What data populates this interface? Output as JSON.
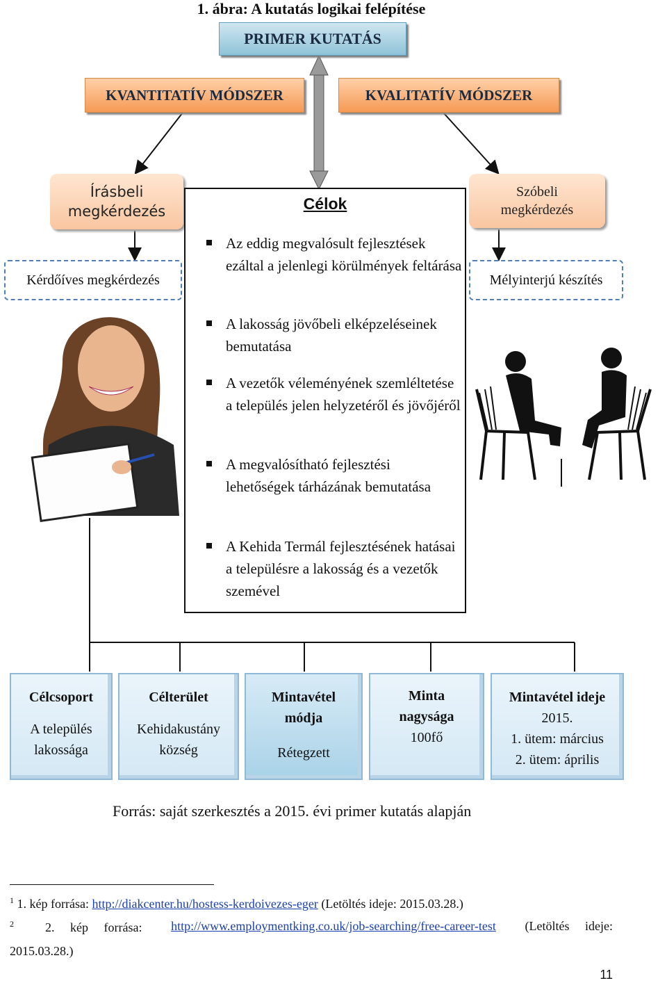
{
  "figure": {
    "title": "1. ábra: A kutatás logikai felépítése",
    "primer": "PRIMER KUTATÁS",
    "methods": {
      "quant": "KVANTITATÍV MÓDSZER",
      "qual": "KVALITATÍV MÓDSZER"
    },
    "left": {
      "sub_line1": "Írásbeli",
      "sub_line2": "megkérdezés",
      "dashed": "Kérdőíves megkérdezés"
    },
    "right": {
      "sub_line1": "Szóbeli",
      "sub_line2": "megkérdezés",
      "dashed": "Mélyinterjú készítés"
    },
    "goals": {
      "title": "Célok",
      "items": [
        "Az eddig megvalósult fejlesztések ezáltal a jelenlegi körülmények feltárása",
        "A lakosság jövőbeli elképzeléseinek bemutatása",
        "A vezetők véleményének szemléltetése a település jelen helyzetéről és jövőjéről",
        "A megvalósítható fejlesztési lehetőségek tárházának bemutatása",
        "A Kehida Termál fejlesztésének hatásai a településre a lakosság és a vezetők szemével"
      ]
    },
    "cards": [
      {
        "h1": "Célcsoport",
        "h2": "",
        "l1": "A település",
        "l2": "lakossága",
        "l3": ""
      },
      {
        "h1": "Célterület",
        "h2": "",
        "l1": "Kehidakustány",
        "l2": "község",
        "l3": ""
      },
      {
        "h1": "Mintavétel",
        "h2": "módja",
        "l1": "Rétegzett",
        "l2": "",
        "l3": ""
      },
      {
        "h1": "Minta",
        "h2": "nagysága",
        "l1": "100fő",
        "l2": "",
        "l3": ""
      },
      {
        "h1": "Mintavétel ideje",
        "h2": "",
        "l1": "2015.",
        "l2": "1. ütem: március",
        "l3": "2. ütem: április"
      }
    ],
    "source": "Forrás: saját szerkesztés a 2015. évi primer kutatás alapján"
  },
  "footnotes": [
    {
      "num": "1",
      "pre": "1. kép forrása: ",
      "link": "http://diakcenter.hu/hostess-kerdoivezes-eger",
      "post": " (Letöltés ideje: 2015.03.28.)"
    },
    {
      "num": "2",
      "pre": "2. kép forrása: ",
      "link": "http://www.employmentking.co.uk/job-searching/free-career-test",
      "post": " (Letöltés ideje:",
      "cont": "2015.03.28.)"
    }
  ],
  "page_number": "11"
}
